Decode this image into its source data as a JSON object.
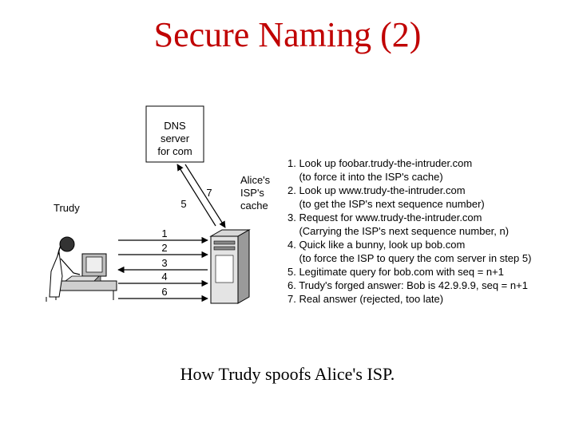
{
  "slide": {
    "title": "Secure Naming (2)",
    "caption": "How Trudy spoofs Alice's ISP."
  },
  "diagram": {
    "dns_box": [
      "DNS",
      "server",
      "for com"
    ],
    "isp_label": [
      "Alice's",
      "ISP's",
      "cache"
    ],
    "trudy_label": "Trudy",
    "arrow_numbers": {
      "isp_to_dns": "5",
      "dns_to_isp": "7",
      "trudy_isp": [
        "1",
        "2",
        "3",
        "4",
        "6"
      ]
    },
    "steps": [
      "1. Look up foobar.trudy-the-intruder.com",
      "    (to force it into the ISP's cache)",
      "2. Look up www.trudy-the-intruder.com",
      "    (to get the ISP's next sequence number)",
      "3. Request for www.trudy-the-intruder.com",
      "    (Carrying the ISP's next sequence number, n)",
      "4. Quick like a bunny, look up bob.com",
      "    (to force the ISP to query the com server in step 5)",
      "5. Legitimate query for bob.com with seq = n+1",
      "6. Trudy's forged answer: Bob is 42.9.9.9, seq = n+1",
      "7. Real answer (rejected, too late)"
    ]
  }
}
